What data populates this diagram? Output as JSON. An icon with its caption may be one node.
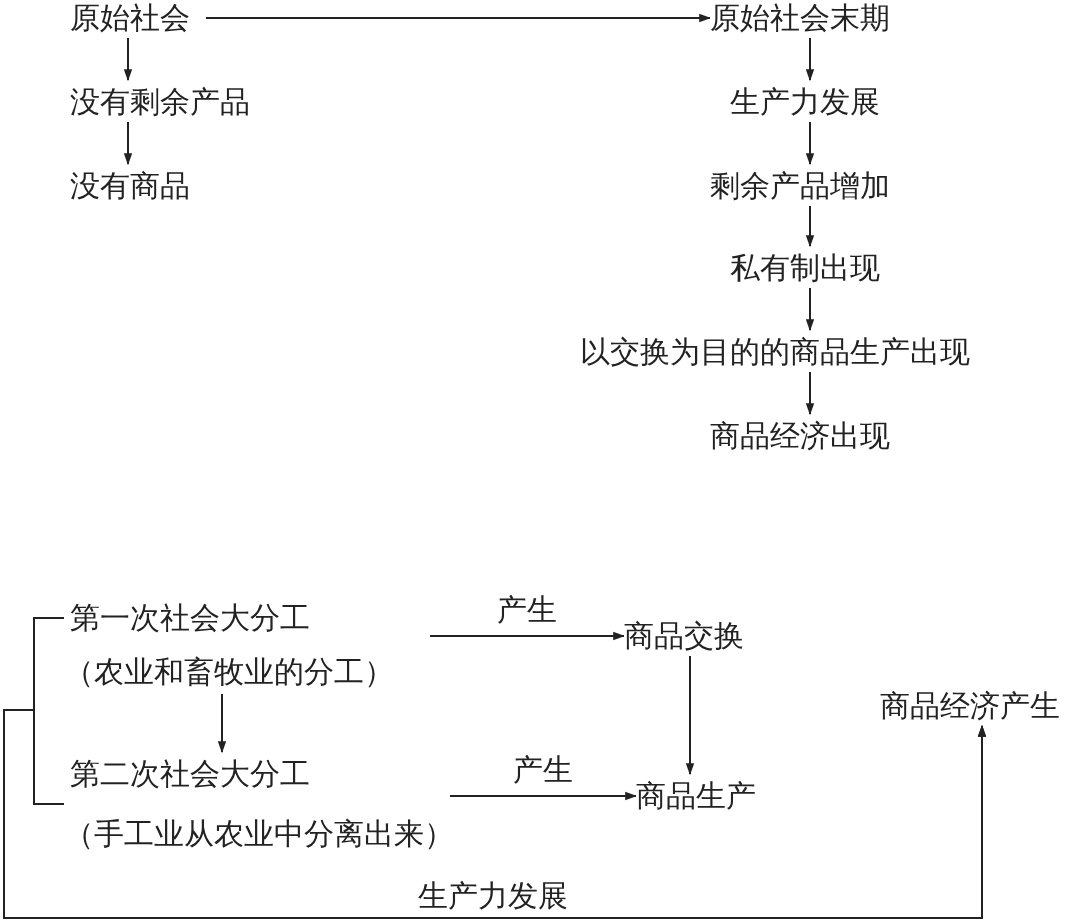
{
  "diagram": {
    "nodes": [
      {
        "text": [
          "原始社会"
        ]
      },
      {
        "text": [
          "原始社会末期"
        ]
      },
      {
        "text": [
          "没有剩余产品"
        ]
      },
      {
        "text": [
          "没有商品"
        ]
      },
      {
        "text": [
          "生产力发展"
        ]
      },
      {
        "text": [
          "剩余产品增加"
        ]
      },
      {
        "text": [
          "私有制出现"
        ]
      },
      {
        "text": [
          "以交换为目的的商品生产出现"
        ]
      },
      {
        "text": [
          "商品经济出现"
        ]
      },
      {
        "text": [
          "第一次社会大分工",
          "（农业和畜牧业的分工）"
        ]
      },
      {
        "text": [
          "商品交换"
        ]
      },
      {
        "text": [
          "第二次社会大分工",
          "（手工业从农业中分离出来）"
        ]
      },
      {
        "text": [
          "商品生产"
        ]
      },
      {
        "text": [
          "商品经济产生"
        ]
      }
    ],
    "edges": [
      {
        "from": 0,
        "to": 1,
        "arrow": "to"
      },
      {
        "from": 0,
        "to": 2,
        "arrow": "to"
      },
      {
        "from": 2,
        "to": 3,
        "arrow": "to"
      },
      {
        "from": 1,
        "to": 4,
        "arrow": "to"
      },
      {
        "from": 4,
        "to": 5,
        "arrow": "to"
      },
      {
        "from": 5,
        "to": 6,
        "arrow": "to"
      },
      {
        "from": 6,
        "to": 7,
        "arrow": "to"
      },
      {
        "from": 7,
        "to": 8,
        "arrow": "to"
      },
      {
        "from": 9,
        "to": 10,
        "label": "产生",
        "arrow": "to"
      },
      {
        "from": 9,
        "to": 11,
        "arrow": "to"
      },
      {
        "from": 10,
        "to": 12,
        "arrow": "to"
      },
      {
        "from": 11,
        "to": 12,
        "label": "产生",
        "arrow": "to"
      },
      {
        "from": 9,
        "to": 13,
        "label": "生产力发展",
        "arrow": "to"
      },
      {
        "from": 11,
        "to": 13,
        "arrow": "to"
      }
    ]
  }
}
